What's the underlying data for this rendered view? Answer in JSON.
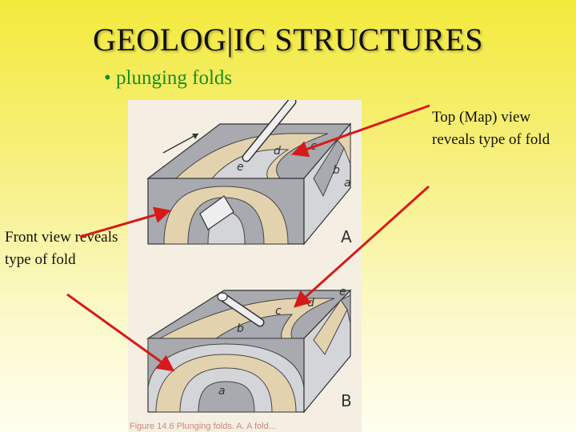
{
  "slide": {
    "title": "GEOLOG|IC STRUCTURES",
    "bullet": "• plunging folds"
  },
  "labels": {
    "top_view": "Top (Map) view reveals type of fold",
    "front_view": "Front view reveals type of fold"
  },
  "figure": {
    "block_a": {
      "letter": "A",
      "layers": [
        "a",
        "b",
        "c",
        "d",
        "e"
      ]
    },
    "block_b": {
      "letter": "B",
      "layers": [
        "a",
        "b",
        "c",
        "d",
        "e"
      ]
    },
    "caption": "Figure 14.6 Plunging folds. A. A fold..."
  },
  "colors": {
    "arrow": "#d61a1a",
    "layer_gray": "#a8aab0",
    "layer_tan": "#e3d2ae",
    "layer_light": "#d4d5d9",
    "bullet_green": "#1a8c22"
  }
}
